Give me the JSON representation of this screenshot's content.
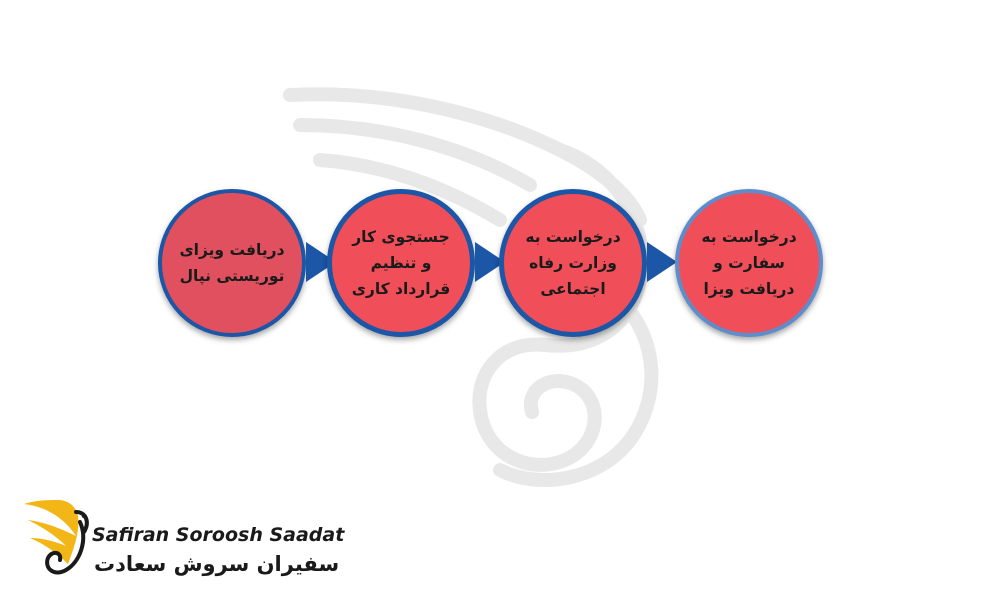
{
  "steps": [
    {
      "label": "دریافت ویزای\nتوریستی نپال"
    },
    {
      "label": "جستجوی کار\nو تنظیم\nقرارداد کاری"
    },
    {
      "label": "درخواست به\nوزارت رفاه\nاجتماعی"
    },
    {
      "label": "درخواست به\nسفارت و\nدریافت ویزا"
    }
  ],
  "colors": {
    "circle_fill": "#f04e58",
    "circle_fill_first": "#e1505e",
    "border_blue": "#1c56a6",
    "border_light_blue": "#5d8dcb",
    "brand_gold": "#f2b716"
  },
  "brand": {
    "name_en": "Safiran Soroosh Saadat",
    "name_fa": "سفیران سروش سعادت",
    "logo_icon": "golden-bird-logo"
  }
}
